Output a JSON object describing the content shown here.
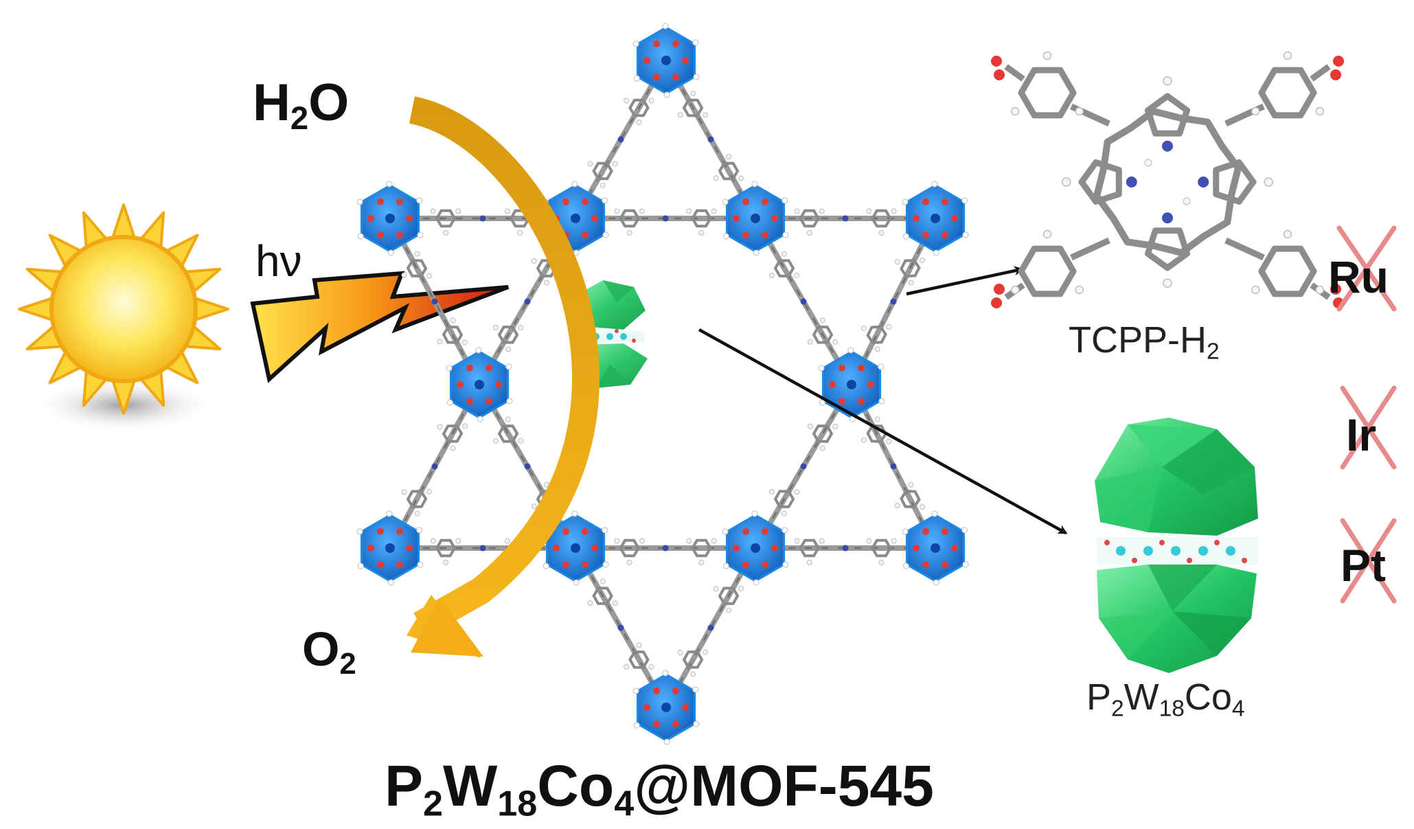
{
  "labels": {
    "water": {
      "main": "H",
      "sub": "2",
      "tail": "O"
    },
    "light": "hν",
    "oxygen": {
      "main": "O",
      "sub": "2"
    },
    "linker": {
      "main": "TCPP-H",
      "sub": "2"
    },
    "catalyst": {
      "a": "P",
      "a_sub": "2",
      "b": "W",
      "b_sub": "18",
      "c": "Co",
      "c_sub": "4"
    },
    "composite": {
      "a": "P",
      "a_sub": "2",
      "b": "W",
      "b_sub": "18",
      "c": "Co",
      "c_sub": "4",
      "tail": "@MOF-545"
    }
  },
  "excluded_metals": [
    "Ru",
    "Ir",
    "Pt"
  ],
  "colors": {
    "zr_cluster": "#1e88e5",
    "pom": "#27c46a",
    "arrow_water": "#e0a21a",
    "cross": "#e8898a",
    "sun": "#f6c21c",
    "linker": "#8c8c8c"
  },
  "icons": [
    "sun-icon",
    "lightning-bolt-icon",
    "cross-mark-icon"
  ]
}
